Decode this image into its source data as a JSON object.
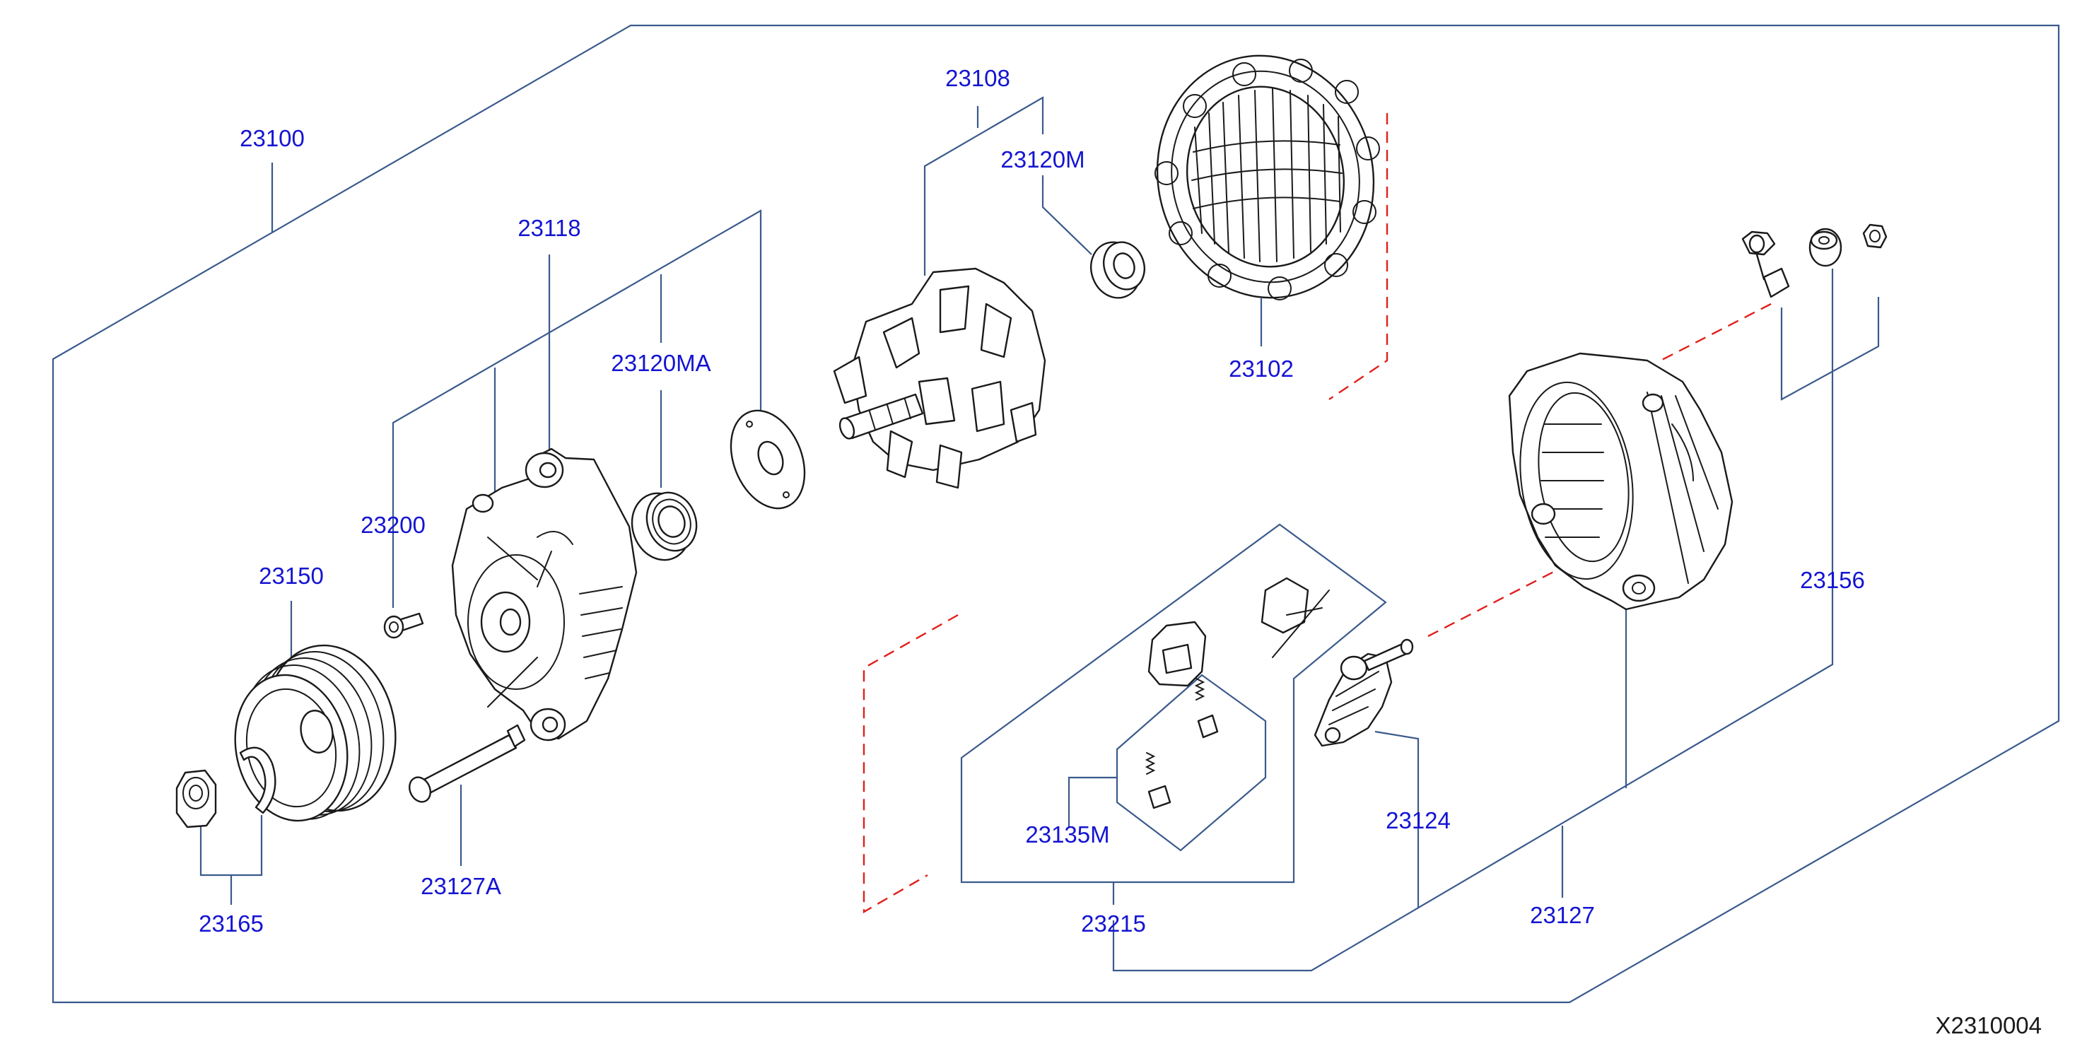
{
  "diagram": {
    "reference_code": "X2310004",
    "colors": {
      "label": "#1414d2",
      "leader": "#3a5a8c",
      "drawing": "#1a1a1a",
      "phantom": "#e0201c"
    },
    "labels": {
      "p23100": "23100",
      "p23118": "23118",
      "p23108": "23108",
      "p23120m": "23120M",
      "p23120ma": "23120MA",
      "p23102": "23102",
      "p23200": "23200",
      "p23150": "23150",
      "p23165": "23165",
      "p23127a": "23127A",
      "p23156": "23156",
      "p23124": "23124",
      "p23135m": "23135M",
      "p23215": "23215",
      "p23127": "23127"
    },
    "icons": [
      "alternator-assembly",
      "rotor",
      "stator",
      "front-cover",
      "rear-cover",
      "pulley",
      "bearing",
      "brush-holder",
      "regulator"
    ]
  }
}
